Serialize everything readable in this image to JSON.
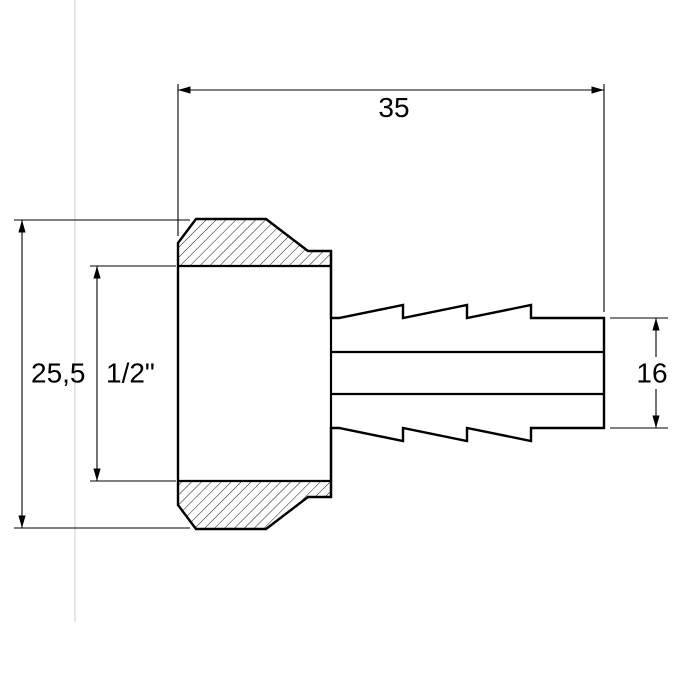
{
  "drawing": {
    "colors": {
      "line": "#000000",
      "background": "#ffffff",
      "guide": "#cccccc"
    },
    "dimensions": {
      "overall_length": {
        "label": "35"
      },
      "body_height": {
        "label": "25,5"
      },
      "thread": {
        "label": "1/2\""
      },
      "barb_od": {
        "label": "16"
      }
    }
  }
}
